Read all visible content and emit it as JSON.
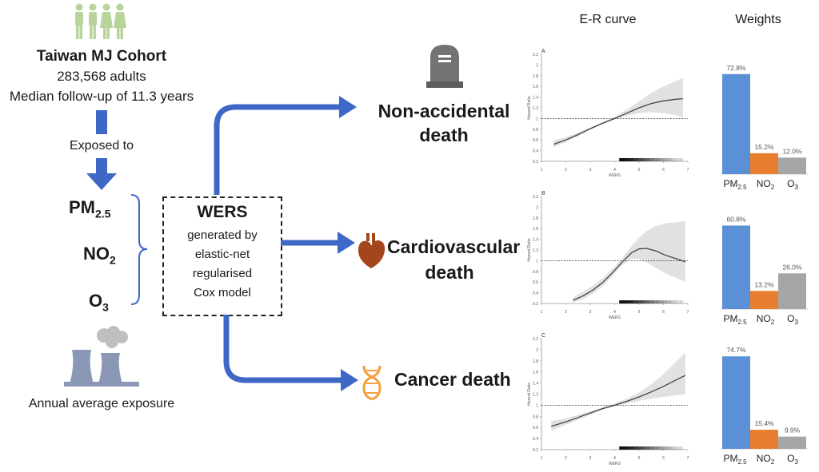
{
  "cohort": {
    "name": "Taiwan MJ Cohort",
    "size": "283,568 adults",
    "followup": "Median follow-up of 11.3 years",
    "exposed_label": "Exposed to",
    "exposure_label": "Annual average exposure"
  },
  "pollutants": [
    {
      "base": "PM",
      "sub": "2.5"
    },
    {
      "base": "NO",
      "sub": "2"
    },
    {
      "base": "O",
      "sub": "3"
    }
  ],
  "wers": {
    "title": "WERS",
    "lines": [
      "generated by",
      "elastic-net",
      "regularised",
      "Cox model"
    ]
  },
  "outcomes": [
    {
      "line1": "Non-accidental",
      "line2": "death",
      "icon": "tombstone-icon"
    },
    {
      "line1": "Cardiovascular",
      "line2": "death",
      "icon": "heart-icon"
    },
    {
      "line1": "Cancer death",
      "line2": "",
      "icon": "dna-icon"
    }
  ],
  "headers": {
    "er": "E-R curve",
    "weights": "Weights"
  },
  "colors": {
    "arrow": "#3f67c6",
    "pm": "#5b8fd6",
    "no2": "#e87e2f",
    "o3": "#a6a6a6",
    "people": "#b8d49a",
    "icon_gray": "#737373",
    "heart": "#a4461d",
    "dna": "#f2a03d"
  },
  "chart_data": [
    {
      "type": "line",
      "panel": "A",
      "xlabel": "WERS",
      "ylabel": "Hazard Ratio",
      "xlim": [
        1,
        7
      ],
      "ylim": [
        0.2,
        2.2
      ],
      "x_ticks": [
        1,
        2,
        3,
        4,
        5,
        6,
        7
      ],
      "y_ticks": [
        0.2,
        0.4,
        0.6,
        0.8,
        1,
        1.2,
        1.4,
        1.6,
        1.8,
        2,
        2.2
      ],
      "reference_line": 1,
      "x": [
        1.5,
        2.0,
        2.5,
        3.0,
        3.5,
        4.0,
        4.5,
        5.0,
        5.5,
        6.0,
        6.5,
        6.8
      ],
      "y": [
        0.52,
        0.6,
        0.7,
        0.81,
        0.91,
        1.0,
        1.1,
        1.2,
        1.28,
        1.33,
        1.36,
        1.37
      ],
      "ci_lower": [
        0.46,
        0.56,
        0.67,
        0.79,
        0.9,
        0.98,
        1.05,
        1.1,
        1.12,
        1.1,
        1.06,
        1.02
      ],
      "ci_upper": [
        0.59,
        0.65,
        0.74,
        0.83,
        0.93,
        1.03,
        1.17,
        1.32,
        1.48,
        1.6,
        1.7,
        1.76
      ]
    },
    {
      "type": "line",
      "panel": "B",
      "xlabel": "WERS",
      "ylabel": "Hazard Ratio",
      "xlim": [
        1,
        7
      ],
      "ylim": [
        0.2,
        2.2
      ],
      "x_ticks": [
        1,
        2,
        3,
        4,
        5,
        6,
        7
      ],
      "y_ticks": [
        0.2,
        0.4,
        0.6,
        0.8,
        1,
        1.2,
        1.4,
        1.6,
        1.8,
        2,
        2.2
      ],
      "reference_line": 1,
      "x": [
        2.3,
        2.7,
        3.1,
        3.5,
        3.9,
        4.3,
        4.7,
        5.0,
        5.3,
        5.7,
        6.1,
        6.5,
        6.9
      ],
      "y": [
        0.26,
        0.34,
        0.45,
        0.59,
        0.77,
        0.97,
        1.15,
        1.22,
        1.23,
        1.18,
        1.1,
        1.04,
        0.98
      ],
      "ci_lower": [
        0.22,
        0.28,
        0.38,
        0.52,
        0.71,
        0.91,
        1.04,
        1.03,
        0.97,
        0.86,
        0.76,
        0.68,
        0.6
      ],
      "ci_upper": [
        0.32,
        0.42,
        0.53,
        0.67,
        0.84,
        1.04,
        1.28,
        1.43,
        1.55,
        1.65,
        1.7,
        1.72,
        1.74
      ]
    },
    {
      "type": "line",
      "panel": "C",
      "xlabel": "WERS",
      "ylabel": "Hazard Ratio",
      "xlim": [
        1,
        7
      ],
      "ylim": [
        0.2,
        2.2
      ],
      "x_ticks": [
        1,
        2,
        3,
        4,
        5,
        6,
        7
      ],
      "y_ticks": [
        0.2,
        0.4,
        0.6,
        0.8,
        1,
        1.2,
        1.4,
        1.6,
        1.8,
        2,
        2.2
      ],
      "reference_line": 1,
      "x": [
        1.4,
        2.0,
        2.5,
        3.0,
        3.5,
        4.0,
        4.5,
        5.0,
        5.5,
        6.0,
        6.5,
        6.9
      ],
      "y": [
        0.62,
        0.7,
        0.78,
        0.86,
        0.94,
        1.0,
        1.07,
        1.15,
        1.24,
        1.34,
        1.45,
        1.54
      ],
      "ci_lower": [
        0.54,
        0.65,
        0.74,
        0.83,
        0.92,
        0.98,
        1.03,
        1.08,
        1.12,
        1.15,
        1.18,
        1.2
      ],
      "ci_upper": [
        0.72,
        0.76,
        0.83,
        0.89,
        0.96,
        1.03,
        1.12,
        1.23,
        1.38,
        1.56,
        1.78,
        1.95
      ]
    },
    {
      "type": "bar",
      "categories": [
        "PM2.5",
        "NO2",
        "O3"
      ],
      "values": [
        72.8,
        15.2,
        12.0
      ],
      "labels": [
        "72.8%",
        "15.2%",
        "12.0%"
      ]
    },
    {
      "type": "bar",
      "categories": [
        "PM2.5",
        "NO2",
        "O3"
      ],
      "values": [
        60.8,
        13.2,
        26.0
      ],
      "labels": [
        "60.8%",
        "13.2%",
        "26.0%"
      ]
    },
    {
      "type": "bar",
      "categories": [
        "PM2.5",
        "NO2",
        "O3"
      ],
      "values": [
        74.7,
        15.4,
        9.9
      ],
      "labels": [
        "74.7%",
        "15.4%",
        "9.9%"
      ]
    }
  ]
}
